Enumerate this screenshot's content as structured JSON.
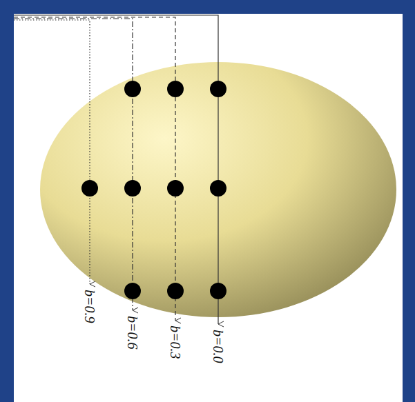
{
  "diagram": {
    "labels": [
      "b=0.9",
      "b=0.6",
      "b=0.3",
      "b=0.0"
    ]
  }
}
